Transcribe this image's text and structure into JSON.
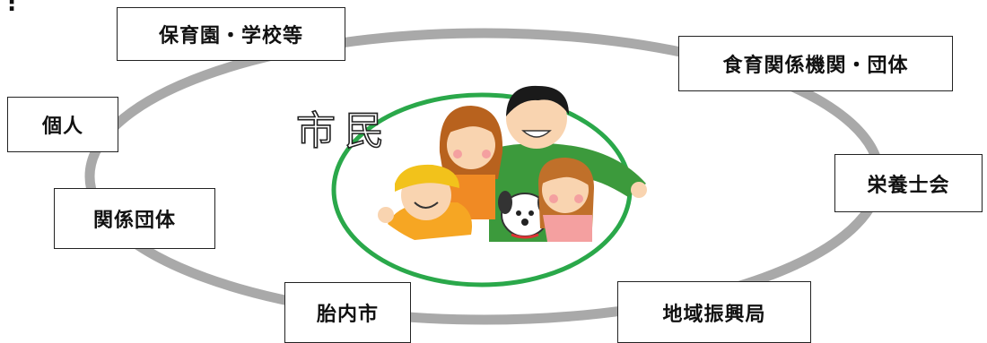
{
  "center": {
    "label": "市民"
  },
  "nodes": {
    "nursery_school": "保育園・学校等",
    "food_education_orgs": "食育関係機関・団体",
    "individual": "個人",
    "dietitian_assoc": "栄養士会",
    "related_groups": "関係団体",
    "tainai_city": "胎内市",
    "regional_promotion_bureau": "地域振興局"
  },
  "colors": {
    "ring": "#a9a9a9",
    "center_ellipse": "#2aa84a",
    "node_border": "#222222",
    "shirt_green": "#3c9a3c",
    "cap_yellow": "#f2c21b",
    "skin": "#f9d4b0",
    "hair_dark": "#1a1a1a",
    "hair_brown": "#b8621e"
  },
  "icons": [
    "family-illustration",
    "dog-icon"
  ]
}
